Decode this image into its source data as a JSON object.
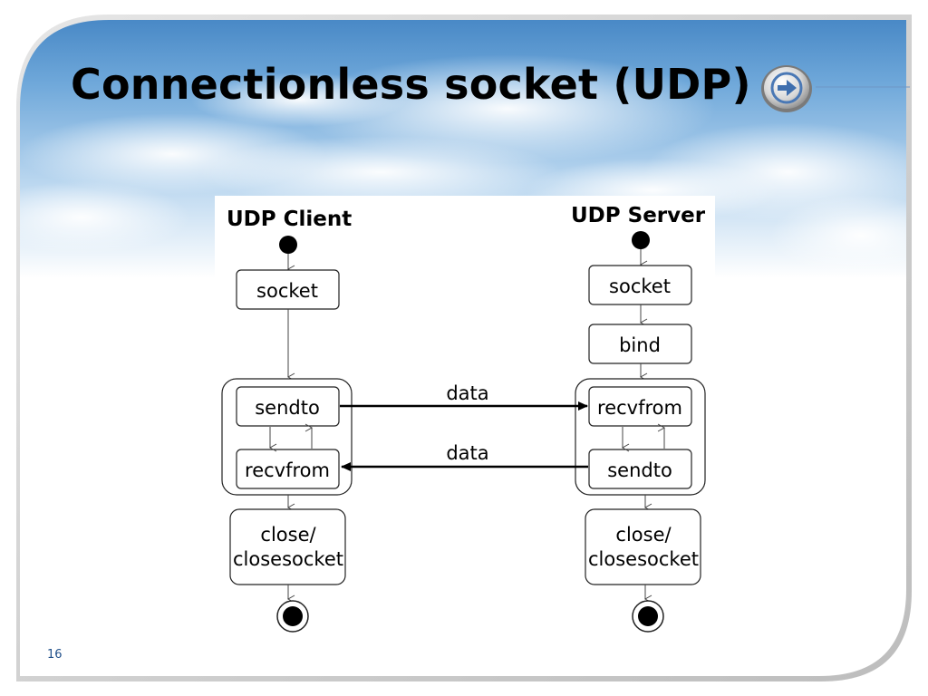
{
  "slide": {
    "title": "Connectionless socket (UDP)",
    "page_number": "16",
    "next_button_icon": "arrow-right-icon"
  },
  "diagram": {
    "client": {
      "heading": "UDP Client",
      "socket": "socket",
      "sendto": "sendto",
      "recvfrom": "recvfrom",
      "close_line1": "close/",
      "close_line2": "closesocket"
    },
    "server": {
      "heading": "UDP Server",
      "socket": "socket",
      "bind": "bind",
      "recvfrom": "recvfrom",
      "sendto": "sendto",
      "close_line1": "close/",
      "close_line2": "closesocket"
    },
    "arrow_top_label": "data",
    "arrow_bottom_label": "data"
  }
}
